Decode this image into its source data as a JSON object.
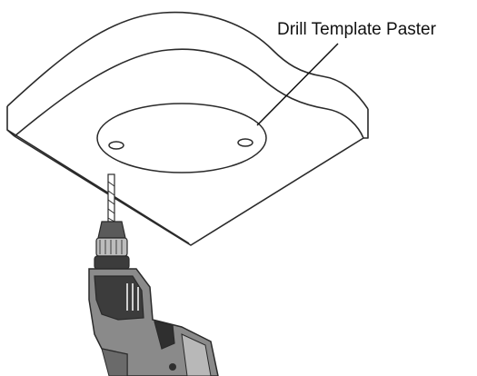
{
  "diagram": {
    "callout": {
      "label": "Drill Template Paster"
    },
    "parts": {
      "ceiling_panel": "ceiling-panel",
      "drill_template": "drill-template",
      "drill": "power-drill"
    },
    "colors": {
      "outline": "#2a2a2a",
      "drill_dark": "#3c3c3c",
      "drill_mid": "#7a7a7a",
      "drill_light": "#b8b8b8"
    }
  }
}
